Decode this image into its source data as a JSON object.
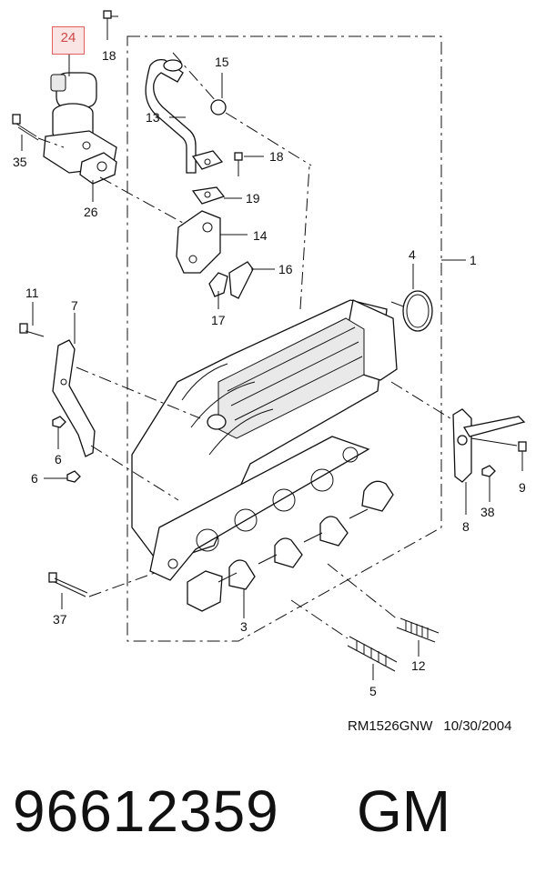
{
  "diagram": {
    "highlighted_part": "24",
    "callouts": {
      "p1": "1",
      "p3": "3",
      "p4": "4",
      "p5": "5",
      "p6a": "6",
      "p6b": "6",
      "p7": "7",
      "p8": "8",
      "p9": "9",
      "p11": "11",
      "p12": "12",
      "p13": "13",
      "p14": "14",
      "p15": "15",
      "p16": "16",
      "p17": "17",
      "p18a": "18",
      "p18b": "18",
      "p19": "19",
      "p26": "26",
      "p35": "35",
      "p37": "37",
      "p38": "38"
    },
    "drawing_code": "RM1526GNW",
    "drawing_date": "10/30/2004"
  },
  "listing": {
    "part_number": "96612359",
    "brand": "GM"
  },
  "colors": {
    "highlight_border": "#e06060",
    "highlight_fill": "#fbe4e4",
    "highlight_text": "#d04848",
    "line": "#111111"
  }
}
